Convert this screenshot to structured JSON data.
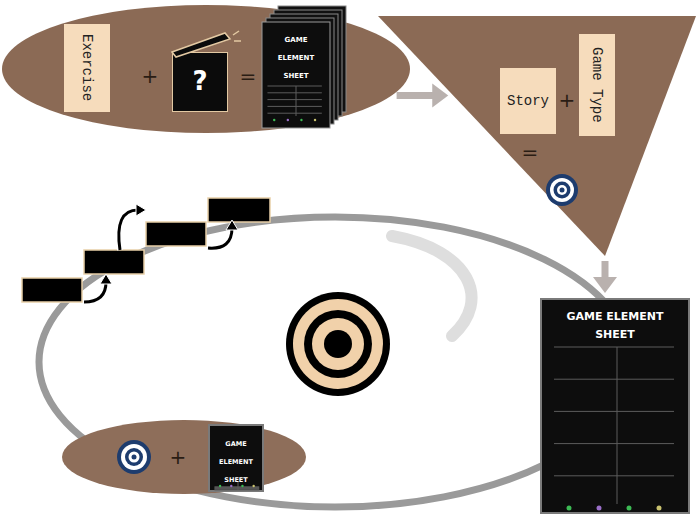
{
  "diagram": {
    "nodes": [
      {
        "text": [
          "+",
          "="
        ]
      },
      {
        "text": [
          "Exercise"
        ],
        "in": 0
      },
      {
        "text": [
          "?"
        ],
        "in": 0
      },
      {
        "text": [
          "GAME ELEMENT SHEET"
        ],
        "in": 0
      },
      {
        "text": [
          "+",
          "="
        ]
      },
      {
        "text": [
          "Story"
        ],
        "in": 4
      },
      {
        "text": [
          "Game Type"
        ],
        "in": 4
      },
      {
        "text": [
          "GAME ELEMENT SHEET"
        ]
      },
      {
        "text": [
          "+"
        ]
      },
      {
        "text": [
          "GAME ELEMENT SHEET"
        ],
        "in": 8
      }
    ],
    "edges": [
      {
        "from": 0,
        "to": 4,
        "arrow": "to"
      },
      {
        "from": 4,
        "to": 7,
        "arrow": "to"
      }
    ]
  }
}
